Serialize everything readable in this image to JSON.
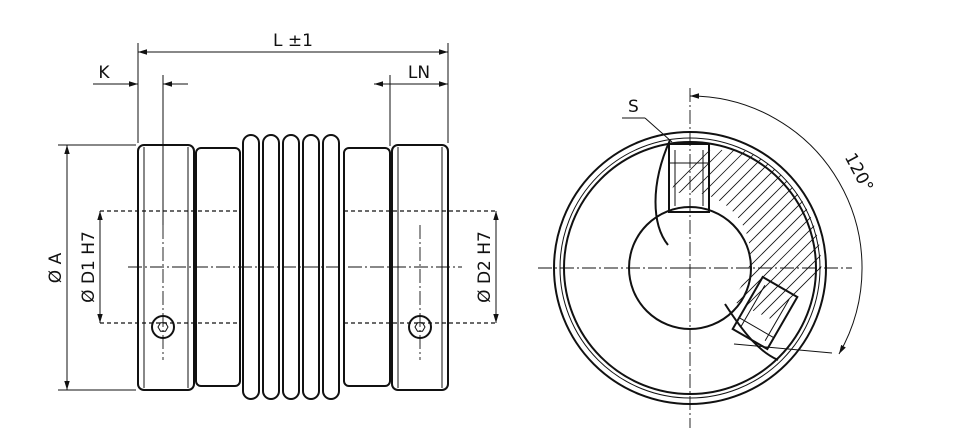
{
  "dimensions": {
    "length": "L ±1",
    "k": "K",
    "ln": "LN",
    "outer_diameter": "Ø A",
    "bore_1": "Ø D1 H7",
    "bore_2": "Ø D2 H7",
    "screw": "S",
    "angle": "120°"
  },
  "colors": {
    "line": "#111111",
    "background": "#ffffff"
  }
}
